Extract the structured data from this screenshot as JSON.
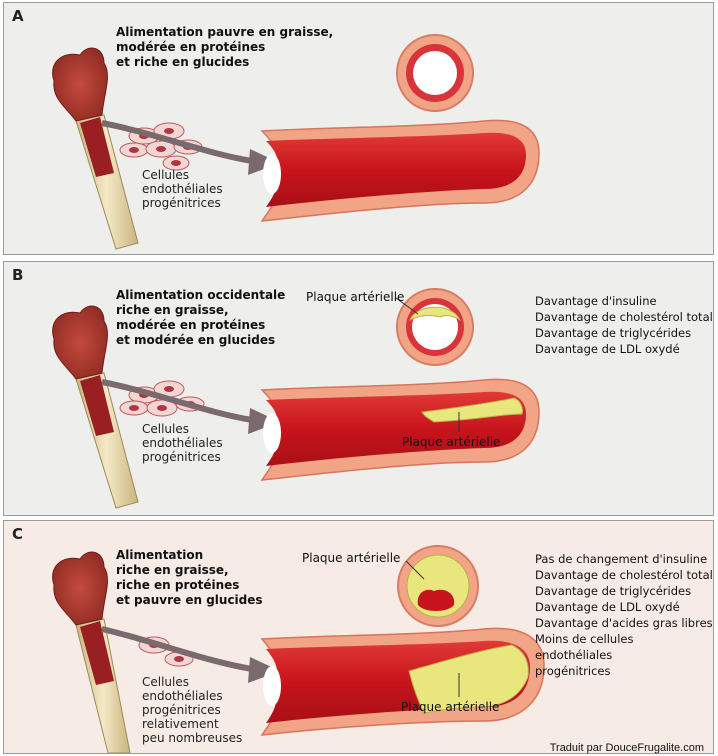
{
  "panels": [
    {
      "letter": "A",
      "diet": [
        "Alimentation pauvre en graisse,",
        "modérée en protéines",
        "et riche en glucides"
      ],
      "cells": [
        "Cellules",
        "endothéliales",
        "progénitrices"
      ],
      "effects": [],
      "plaque_labels": []
    },
    {
      "letter": "B",
      "diet": [
        "Alimentation occidentale",
        "riche en graisse,",
        "modérée en protéines",
        "et modérée en glucides"
      ],
      "cells": [
        "Cellules",
        "endothéliales",
        "progénitrices"
      ],
      "effects": [
        "Davantage d'insuline",
        "Davantage de cholestérol total",
        "Davantage de triglycérides",
        "Davantage de LDL oxydé"
      ],
      "plaque_labels": [
        "Plaque artérielle",
        "Plaque artérielle"
      ]
    },
    {
      "letter": "C",
      "diet": [
        "Alimentation",
        "riche en graisse,",
        "riche en protéines",
        "et pauvre en glucides"
      ],
      "cells": [
        "Cellules",
        "endothéliales",
        "progénitrices",
        "relativement",
        "peu nombreuses"
      ],
      "effects": [
        "Pas de changement d'insuline",
        "Davantage de cholestérol total",
        "Davantage de triglycérides",
        "Davantage de LDL oxydé",
        "Davantage d'acides gras libres",
        "Moins de cellules endothéliales",
        "progénitrices"
      ],
      "plaque_labels": [
        "Plaque artérielle",
        "Plaque artérielle"
      ]
    }
  ],
  "credit": "Traduit par DouceFrugalite.com",
  "colors": {
    "vessel_outer": "#f2a487",
    "vessel_lumen": "#c8141c",
    "plaque": "#e8e67c",
    "bone": "#ecdcae",
    "marrow": "#a02026",
    "arrow": "#7a6a6e"
  }
}
